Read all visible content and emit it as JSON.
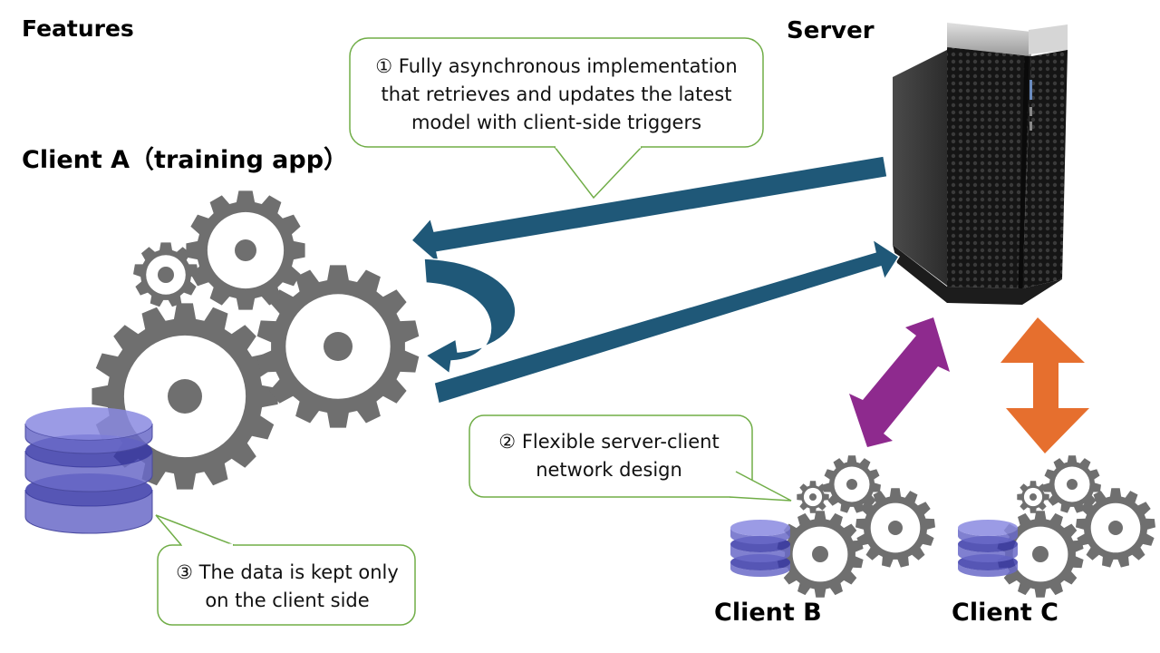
{
  "headings": {
    "features": "Features",
    "server": "Server",
    "client_a": "Client A（training app）",
    "client_b": "Client B",
    "client_c": "Client C"
  },
  "callouts": {
    "async": {
      "number": "①",
      "lines": [
        "Fully asynchronous implementation",
        "that retrieves and updates the latest",
        "model with client-side triggers"
      ]
    },
    "network": {
      "number": "②",
      "lines": [
        "Flexible server-client",
        "network design"
      ]
    },
    "data": {
      "number": "③",
      "lines": [
        "The data is kept only",
        "on the client side"
      ]
    }
  },
  "icons": {
    "server": "server-tower-icon",
    "gears": "gears-icon",
    "database": "database-icon"
  },
  "colors": {
    "arrow_blue": "#1f5878",
    "arrow_purple": "#8e2a8e",
    "arrow_orange": "#e66f2e",
    "callout_border": "#70ad47",
    "gear_gray": "#6f6f6f",
    "db_blue": "#5c5cc0"
  }
}
